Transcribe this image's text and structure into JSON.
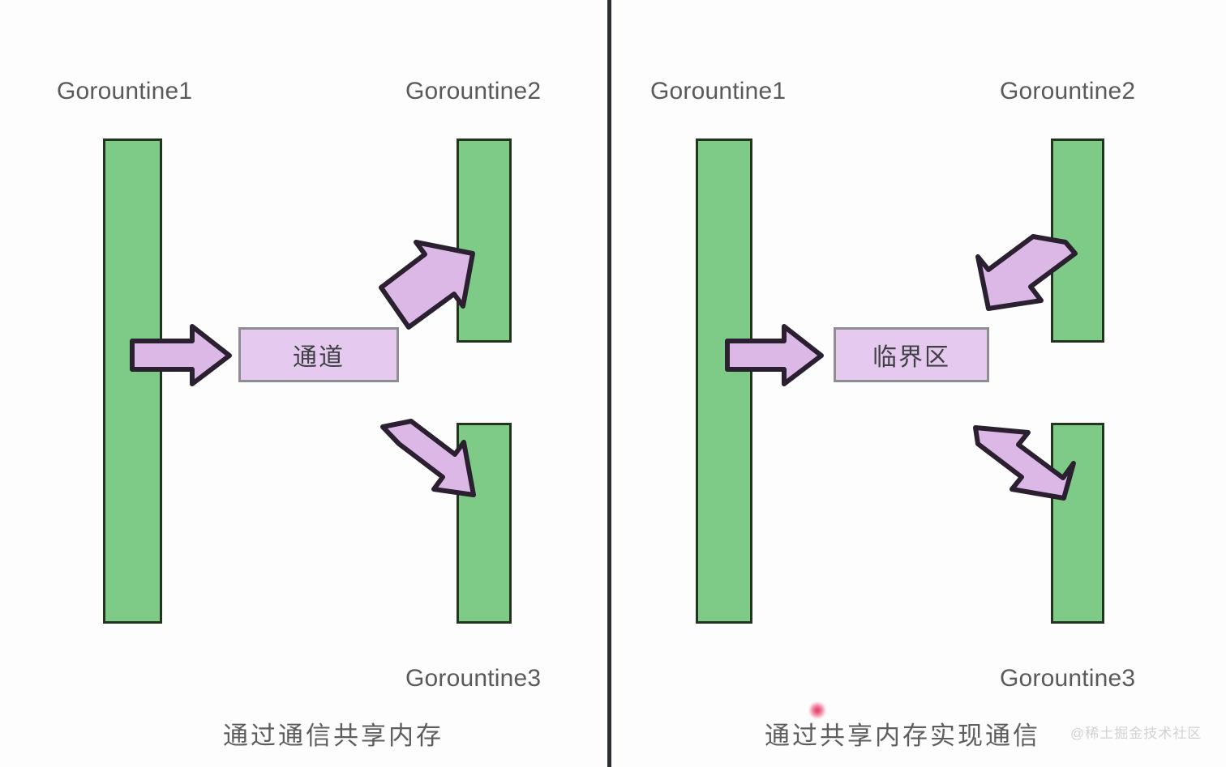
{
  "diagram": {
    "title_left_caption": "通过通信共享内存",
    "title_right_caption": "通过共享内存实现通信",
    "watermark": "@稀土掘金技术社区",
    "colors": {
      "goroutine_bar_fill": "#7ecb87",
      "goroutine_bar_border": "#23351f",
      "mediator_box_fill": "#e6c9ee",
      "mediator_box_border": "#8d8d92",
      "arrow_fill": "#dcb8e6",
      "arrow_border": "#2b2030",
      "divider": "#2c2f33",
      "label_text": "#5a5a5a",
      "cursor_dot": "#e21e50",
      "background": "#fdfdfd"
    }
  },
  "panels": [
    {
      "id": "left",
      "caption": "通过通信共享内存",
      "mediator": {
        "label": "通道",
        "role": "channel"
      },
      "goroutines": [
        {
          "name": "Gorountine1",
          "label_position": "top"
        },
        {
          "name": "Gorountine2",
          "label_position": "top"
        },
        {
          "name": "Gorountine3",
          "label_position": "bottom"
        }
      ],
      "arrows": [
        {
          "name": "goroutine1-to-channel",
          "direction": "right",
          "from": "Gorountine1",
          "to": "通道"
        },
        {
          "name": "channel-to-goroutine2",
          "direction": "up-right",
          "from": "通道",
          "to": "Gorountine2"
        },
        {
          "name": "channel-to-goroutine3",
          "direction": "down-right",
          "from": "通道",
          "to": "Gorountine3"
        }
      ]
    },
    {
      "id": "right",
      "caption": "通过共享内存实现通信",
      "mediator": {
        "label": "临界区",
        "role": "critical-section"
      },
      "goroutines": [
        {
          "name": "Gorountine1",
          "label_position": "top"
        },
        {
          "name": "Gorountine2",
          "label_position": "top"
        },
        {
          "name": "Gorountine3",
          "label_position": "bottom"
        }
      ],
      "arrows": [
        {
          "name": "goroutine1-to-critical-section",
          "direction": "right",
          "from": "Gorountine1",
          "to": "临界区"
        },
        {
          "name": "goroutine2-to-critical-section",
          "direction": "down-left",
          "from": "Gorountine2",
          "to": "临界区"
        },
        {
          "name": "goroutine3-to-critical-section",
          "direction": "up-left",
          "from": "Gorountine3",
          "to": "临界区"
        }
      ]
    }
  ]
}
